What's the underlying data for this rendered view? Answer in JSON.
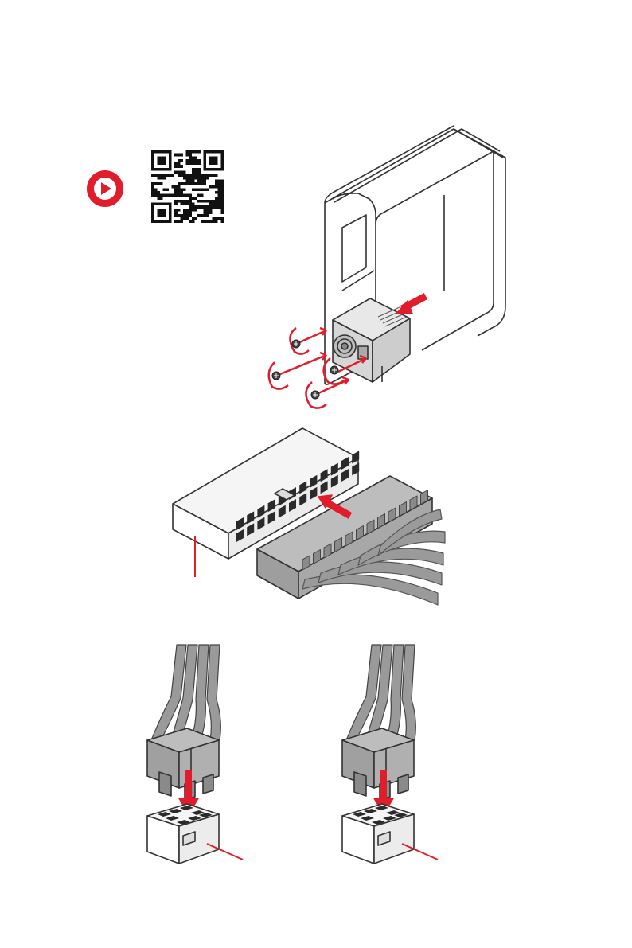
{
  "page": {
    "background": "#ffffff",
    "accent_color": "#e11d2b",
    "line_color": "#3a3a3a",
    "connector_fill": "#f2f2f2",
    "cable_fill": "#8a8a8a"
  },
  "video_link": {
    "icon": "play-icon",
    "qr_icon": "qr-code-icon"
  },
  "steps": [
    {
      "illustration": "psu-installation-into-case"
    },
    {
      "illustration": "atx-24-pin-power-connector"
    },
    {
      "illustration": "cpu-8-pin-power-connector-1"
    },
    {
      "illustration": "cpu-8-pin-power-connector-2"
    }
  ]
}
